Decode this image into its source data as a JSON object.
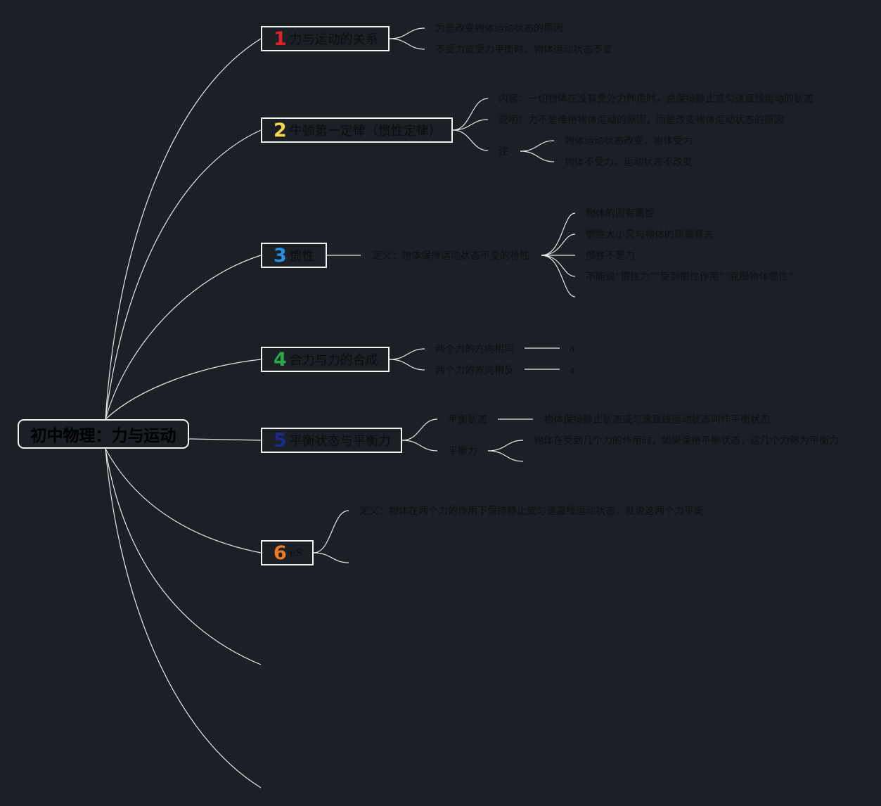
{
  "colors": {
    "background": "#1b1f26",
    "line": "#e8e8e8",
    "text": "#0e1014",
    "num1": "#e0202b",
    "num2": "#f2d64a",
    "num3": "#2b8fe0",
    "num4": "#2aa84a",
    "num5": "#1c2a8a",
    "num6": "#ee7a22"
  },
  "root": {
    "label": "初中物理：力与运动"
  },
  "topics": [
    {
      "num": "1",
      "label": "力与运动的关系"
    },
    {
      "num": "2",
      "label": "牛顿第一定律（惯性定律）"
    },
    {
      "num": "3",
      "label": "惯性"
    },
    {
      "num": "4",
      "label": "合力与力的合成"
    },
    {
      "num": "5",
      "label": "平衡状态与平衡力"
    },
    {
      "num": "6",
      "label": "eS"
    }
  ],
  "t1": [
    "力是改变物体运动状态的原因",
    "不受力或受力平衡时，物体运动状态不变"
  ],
  "t2": {
    "content": "内容：一切物体在没有受外力作用时，总保持静止或匀速直线运动的状态",
    "explain": "说明：力不是维持物体运动的原因，而是改变物体运动状态的原因",
    "note": "注",
    "note_items": [
      "物体运动状态改变，物体受力",
      "物体不受力，运动状态不改变"
    ]
  },
  "t3": {
    "definition": "定义：物体保持运动状态不变的特性",
    "items": [
      "物体的固有属性",
      "惯性大小只与物体的质量有关",
      "惯性不是力",
      "不能说“惯性力”“受到惯性作用”“克服物体惯性”"
    ]
  },
  "t4": [
    {
      "label": "两个力的方向相同",
      "value": "a"
    },
    {
      "label": "两个力的方向相反",
      "value": "a"
    }
  ],
  "t5": {
    "state": "平衡状态",
    "state_desc": "物体保持静止状态或匀速直线运动状态叫作平衡状态",
    "force": "平衡力",
    "force_desc": "物体在受到几个力的作用时，如果保持平衡状态，这几个力称为平衡力"
  },
  "t6": {
    "definition": "定义：物体在两个力的作用下保持静止或匀速直线运动状态，就说这两个力平衡"
  }
}
